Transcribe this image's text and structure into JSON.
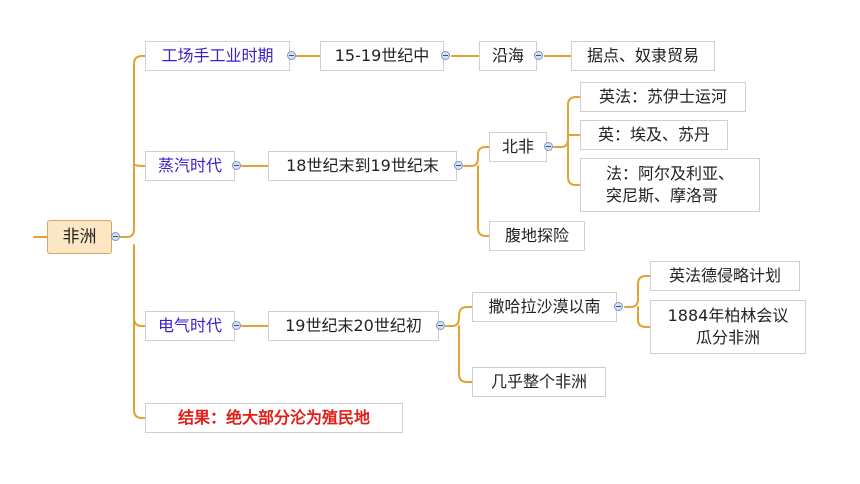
{
  "root": {
    "label": "非洲"
  },
  "eras": [
    {
      "label": "工场手工业时期",
      "period": "15-19世纪中",
      "region": "沿海",
      "detail": "据点、奴隶贸易"
    },
    {
      "label": "蒸汽时代",
      "period": "18世纪末到19世纪末",
      "region": "北非",
      "details": [
        "英法：苏伊士运河",
        "英：埃及、苏丹",
        "法：阿尔及利亚、\n突尼斯、摩洛哥"
      ],
      "region2": "腹地探险"
    },
    {
      "label": "电气时代",
      "period": "19世纪末20世纪初",
      "region": "撒哈拉沙漠以南",
      "details": [
        "英法德侵略计划",
        "1884年柏林会议\n瓜分非洲"
      ],
      "region2": "几乎整个非洲"
    }
  ],
  "result": {
    "label": "结果：绝大部分沦为殖民地"
  },
  "colors": {
    "connector": "#e3a233",
    "era_text": "#3a22c8",
    "result_text": "#e0201a",
    "root_fill": "#fbe7c3",
    "root_border": "#d9a85a"
  }
}
